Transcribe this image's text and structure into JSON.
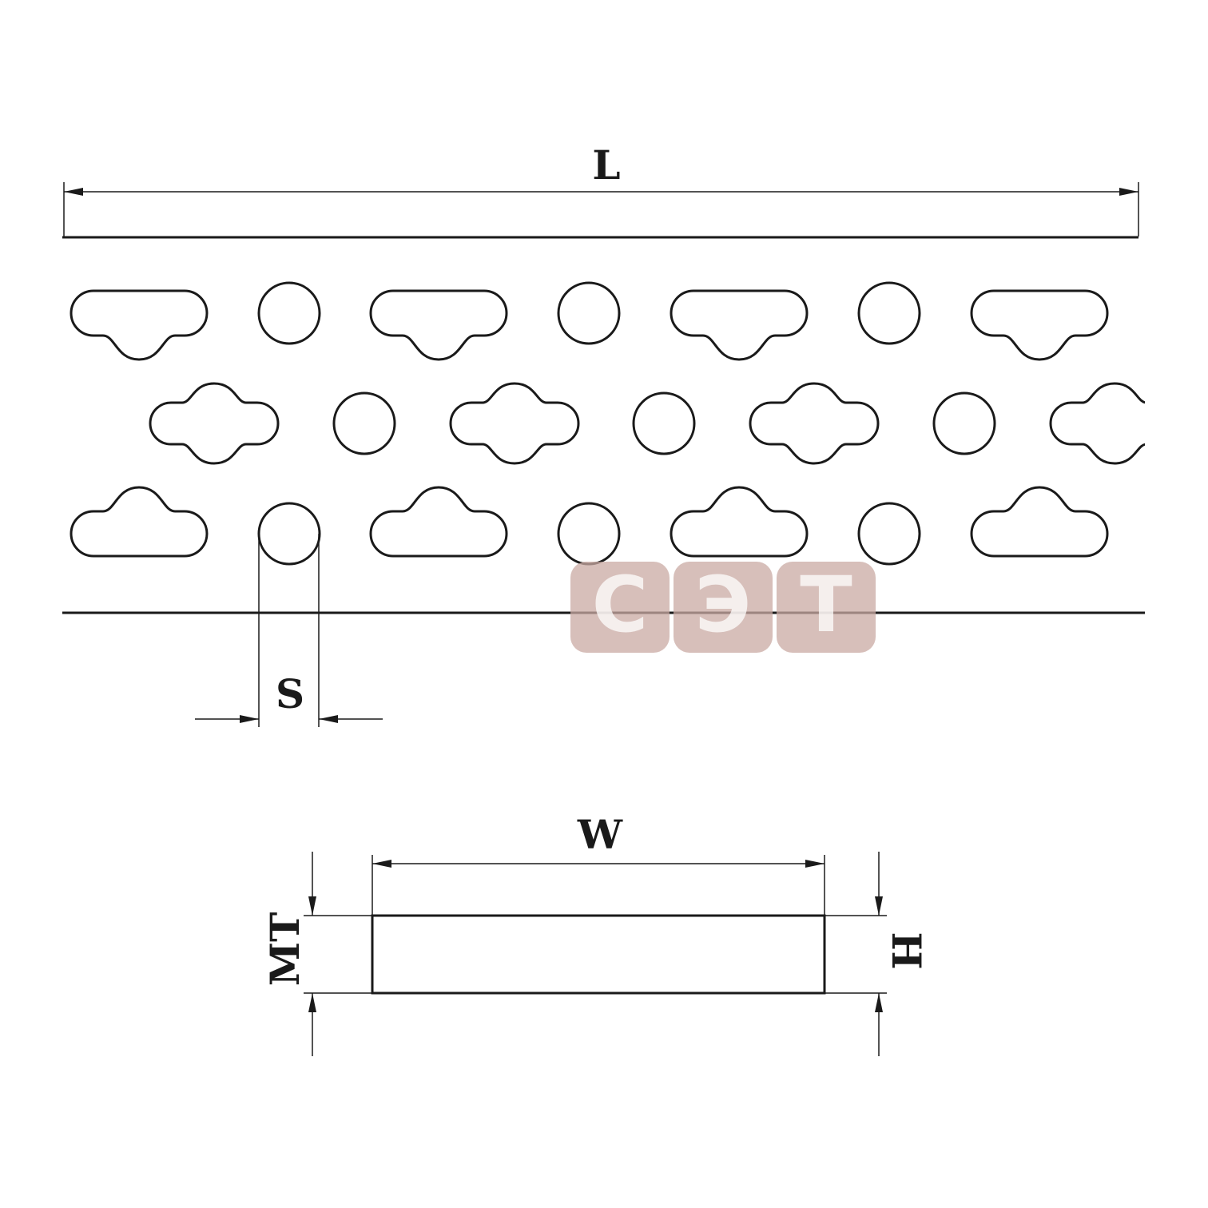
{
  "dimensions": {
    "length": "L",
    "hole_size": "S",
    "width": "W",
    "material_thickness": "MT",
    "height": "H"
  },
  "watermark": {
    "letters": [
      "С",
      "Э",
      "Т"
    ],
    "color": "#c9a9a3"
  },
  "colors": {
    "line": "#1a1a1a",
    "background": "#ffffff"
  }
}
